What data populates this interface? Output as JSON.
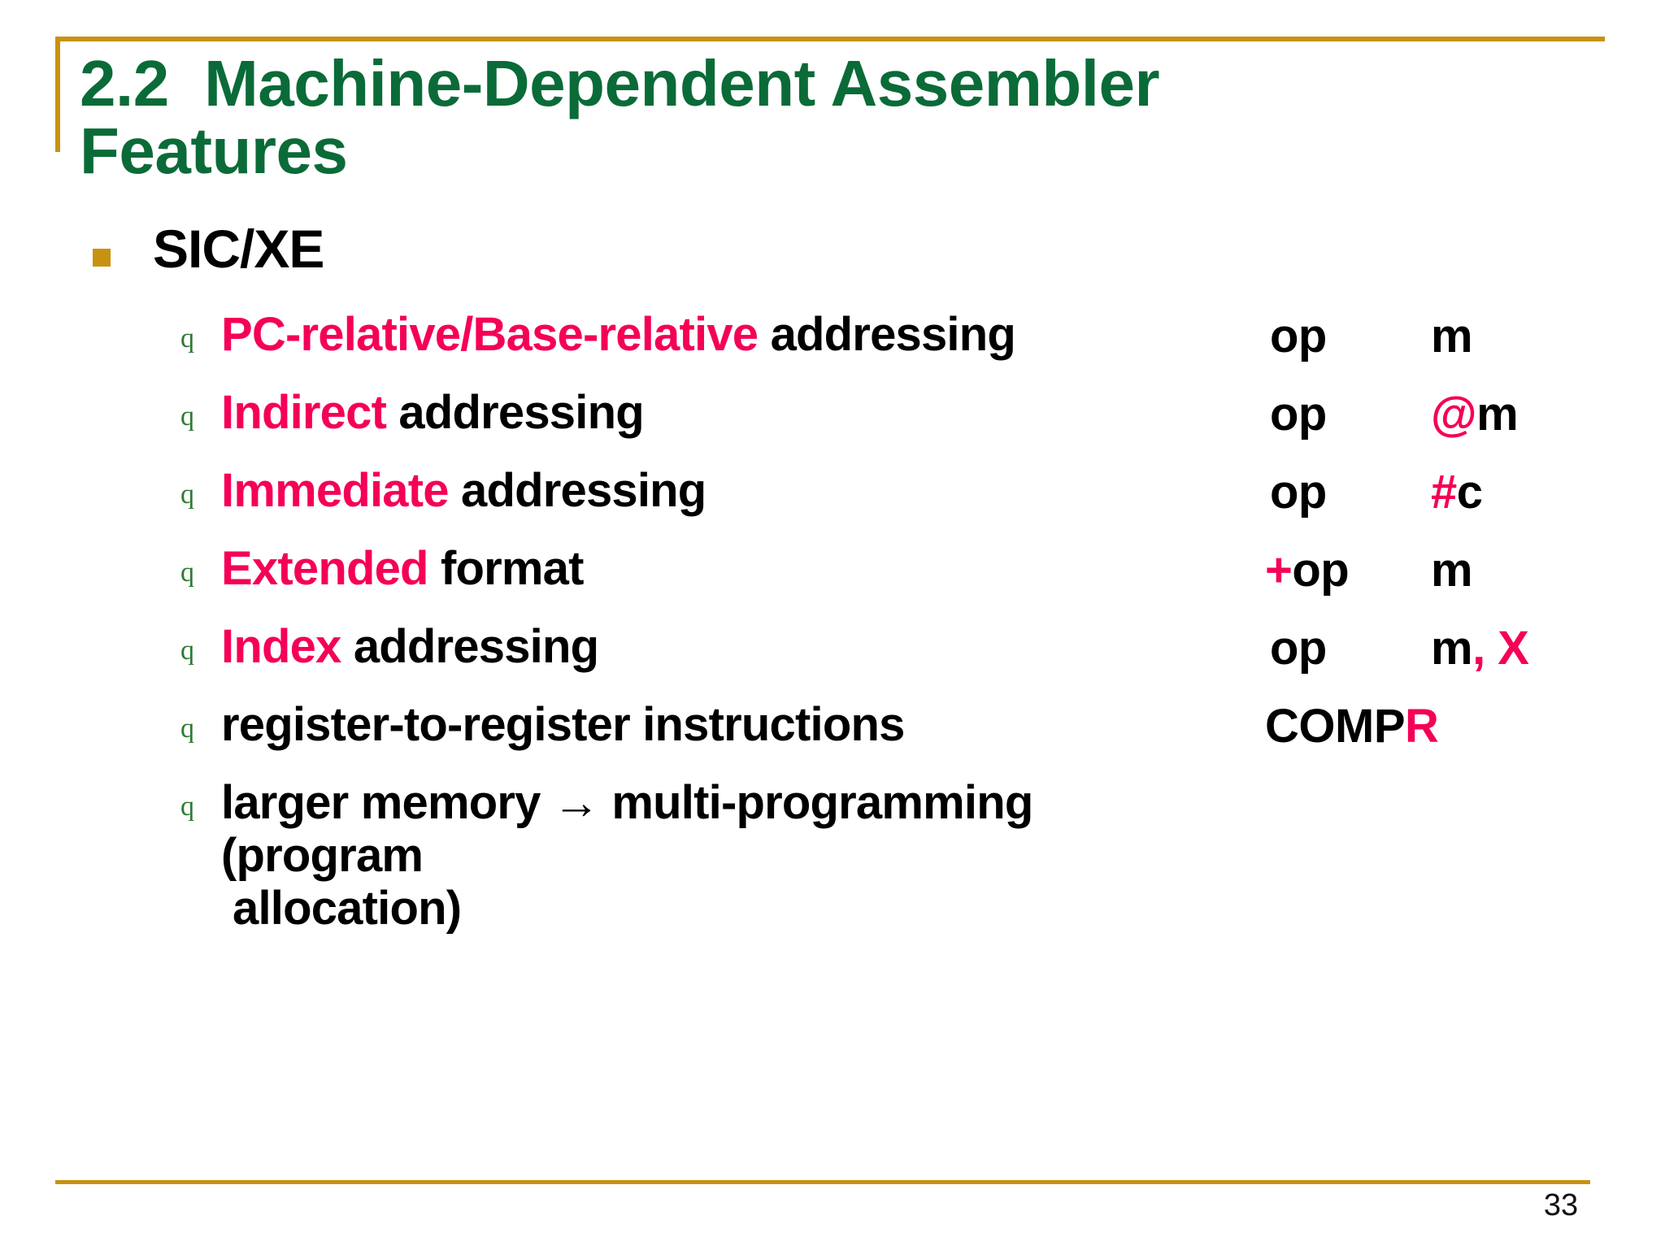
{
  "slide": {
    "title": "2.2  Machine-Dependent Assembler Features",
    "page_number": "33",
    "colors": {
      "title_green": "#0A6B38",
      "accent_gold": "#C89211",
      "highlight_pink": "#F50057",
      "body_black": "#000000",
      "marker_green": "#2F7A33",
      "background": "#FFFFFF"
    }
  },
  "body": {
    "level1": {
      "marker": "square-bullet",
      "label": "SIC/XE"
    },
    "items": [
      {
        "marker": "q",
        "highlight": "PC-relative/Base-relative",
        "rest": " addressing",
        "op_plus": "",
        "op": "op",
        "operand_pre": "",
        "operand_hl": "",
        "operand_post": "m"
      },
      {
        "marker": "q",
        "highlight": "Indirect",
        "rest": " addressing",
        "op_plus": "",
        "op": "op",
        "operand_pre": "",
        "operand_hl": "@",
        "operand_post": "m"
      },
      {
        "marker": "q",
        "highlight": "Immediate",
        "rest": " addressing",
        "op_plus": "",
        "op": "op",
        "operand_pre": "",
        "operand_hl": "#",
        "operand_post": "c"
      },
      {
        "marker": "q",
        "highlight": "Extended",
        "rest": " format",
        "op_plus": "+",
        "op": "op",
        "operand_pre": "",
        "operand_hl": "",
        "operand_post": "m"
      },
      {
        "marker": "q",
        "highlight": "Index",
        "rest": " addressing",
        "op_plus": "",
        "op": "op",
        "operand_pre": "m",
        "operand_hl": ", X",
        "operand_post": ""
      },
      {
        "marker": "q",
        "highlight": "",
        "rest": "register-to-register instructions",
        "op_plus": "",
        "op": "COMP",
        "op_hl": "R",
        "operand_pre": "",
        "operand_hl": "",
        "operand_post": ""
      },
      {
        "marker": "q",
        "highlight": "",
        "rest": "larger memory → multi-programming (program",
        "rest_line2": "allocation)",
        "op_plus": "",
        "op": "",
        "operand_pre": "",
        "operand_hl": "",
        "operand_post": ""
      }
    ]
  }
}
